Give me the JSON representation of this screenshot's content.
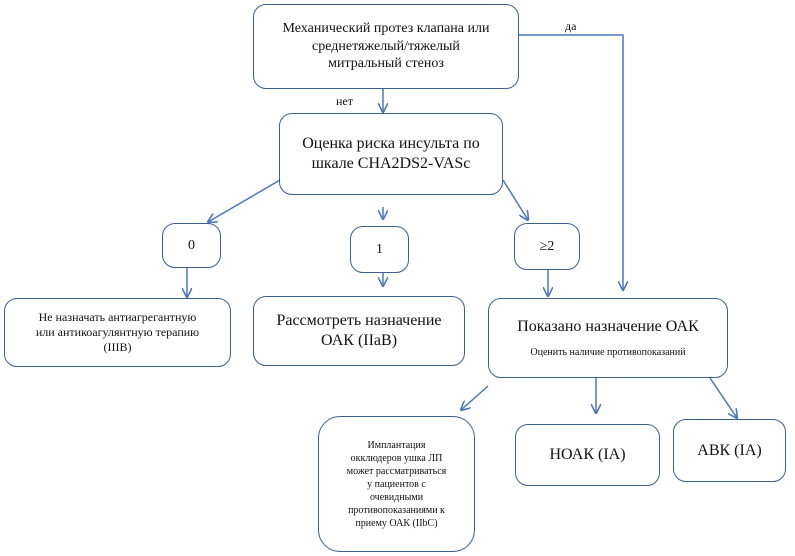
{
  "diagram": {
    "nodes": {
      "mechanical": {
        "lines": [
          "Механический протез клапана или",
          "среднетяжелый/тяжелый",
          "митральный стеноз"
        ]
      },
      "stroke_risk": {
        "lines": [
          "Оценка риска инсульта по",
          "шкале CHA2DS2-VASc"
        ]
      },
      "score_0": {
        "text": "0"
      },
      "score_1": {
        "text": "1"
      },
      "score_2": {
        "text": "≥2"
      },
      "no_therapy": {
        "lines": [
          "Не назначать антиагрегантную",
          "или антикоагулянтную терапию",
          "(IIIB)"
        ]
      },
      "consider_oak": {
        "lines": [
          "Рассмотреть назначение",
          "ОАК (IIaB)"
        ]
      },
      "oak_indicated": {
        "title": "Показано назначение ОАК",
        "subtitle": "Оценить наличие противопоказаний"
      },
      "occluder": {
        "lines": [
          "Имплантация",
          "окклюдеров ушка ЛП",
          "может рассматриваться",
          "у пациентов с",
          "очевидными",
          "противопоказаниями к",
          "приему ОАК (IIbC)"
        ]
      },
      "noak": {
        "text": "НОАК (IA)"
      },
      "avk": {
        "text": "АВК (IA)"
      }
    },
    "edge_labels": {
      "yes": "да",
      "no": "нет"
    },
    "colors": {
      "box_border": "#3d5f8f",
      "arrow": "#4a78bb",
      "text": "#111111"
    }
  }
}
